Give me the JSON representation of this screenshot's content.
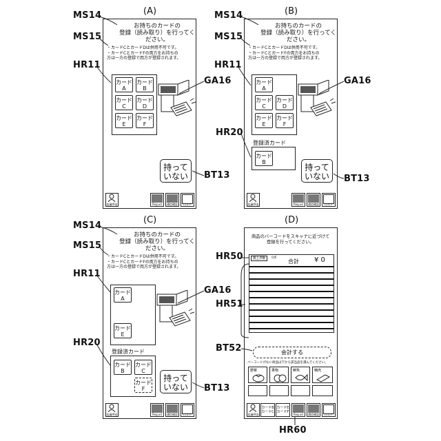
{
  "panels": {
    "a": {
      "label": "(A)"
    },
    "b": {
      "label": "(B)"
    },
    "c": {
      "label": "(C)"
    },
    "d": {
      "label": "(D)"
    }
  },
  "refs": {
    "ms14": "MS14",
    "ms15": "MS15",
    "hr11": "HR11",
    "ga16": "GA16",
    "hr20": "HR20",
    "bt13": "BT13",
    "hr50": "HR50",
    "hr51": "HR51",
    "bt52": "BT52",
    "hr60": "HR60"
  },
  "messages": {
    "ms14_line1": "お持ちのカードの",
    "ms14_line2": "登録（読み取り）を行ってください。",
    "ms15_line1": "・カードCとカードDは併用不可です。",
    "ms15_line2": "・カードCとカードFの両方をお持ちの",
    "ms15_line3": "方は一方の登録で両方が登録されます。"
  },
  "cards": {
    "a": "カード\nA",
    "b": "カード\nB",
    "c": "カード\nC",
    "d": "カード\nD",
    "e": "カード\nE",
    "f": "カード\nF"
  },
  "registered_title": "登録済カード",
  "not_have_button": "持って\nいない",
  "bottom_bar": {
    "left_icon_caption": "店員呼出",
    "btn1": "Reg.ud",
    "btn2": "通信確認",
    "btn3": "ロスト"
  },
  "panel_d": {
    "header_line1": "商品のバーコードをスキャナに近づけて",
    "header_line2": "登録を行ってください。",
    "tag1": "買上点数",
    "tag2": "0点",
    "total_label": "合計",
    "total_value": "¥ 0",
    "pay_button": "会計する",
    "no_barcode_hint": "バーコードがない商品は下から該当品を選んでください。",
    "categories": [
      "野菜",
      "果物",
      "鮮魚",
      "精肉"
    ],
    "card_btn1": "カードB\nカードC",
    "card_btn2": "カードE\nカードF"
  }
}
